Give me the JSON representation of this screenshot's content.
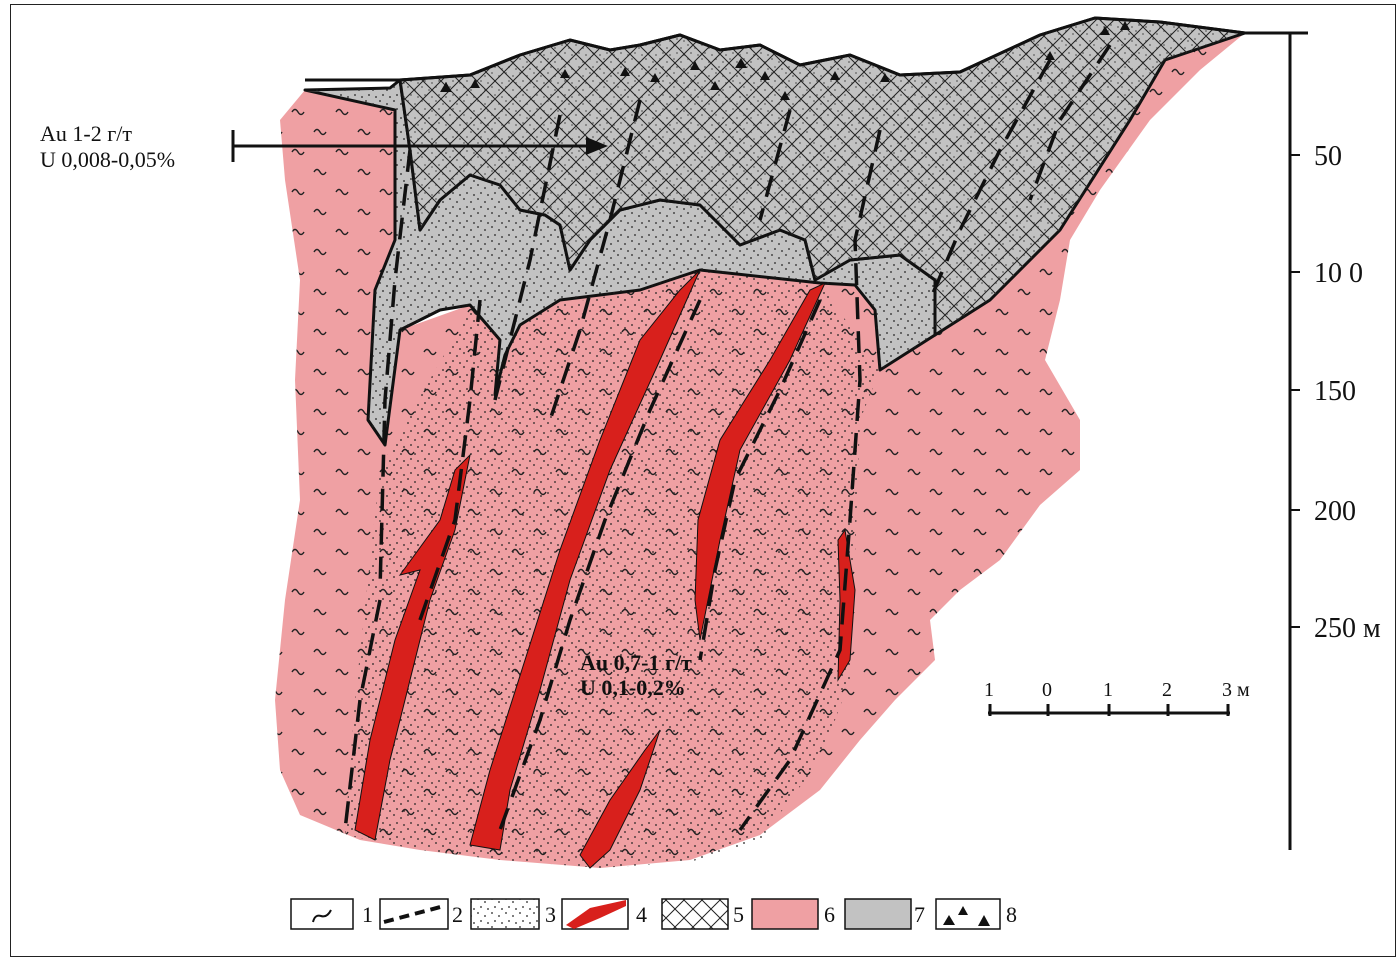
{
  "annotations": {
    "upper": {
      "line1": "Au 1-2 г/т",
      "line2": "U 0,008-0,05%"
    },
    "lower": {
      "line1": "Au 0,7-1 г/т",
      "line2": "U 0,1-0,2%"
    }
  },
  "depth_scale": {
    "ticks": [
      "50",
      "10 0",
      "150",
      "200",
      "250 м"
    ]
  },
  "bar_scale": {
    "ticks": [
      "1",
      "0",
      "1",
      "2",
      "3 м"
    ]
  },
  "legend": [
    {
      "number": "1",
      "pattern": "schist-mark"
    },
    {
      "number": "2",
      "pattern": "dashed-line"
    },
    {
      "number": "3",
      "pattern": "stipple"
    },
    {
      "number": "4",
      "pattern": "red-vein"
    },
    {
      "number": "5",
      "pattern": "crosshatch"
    },
    {
      "number": "6",
      "pattern": "pink-fill"
    },
    {
      "number": "7",
      "pattern": "gray-fill"
    },
    {
      "number": "8",
      "pattern": "triangles"
    }
  ],
  "colors": {
    "pink": "#efa0a3",
    "gray": "#c2c2c2",
    "red": "#d8201c",
    "outline": "#111111"
  }
}
